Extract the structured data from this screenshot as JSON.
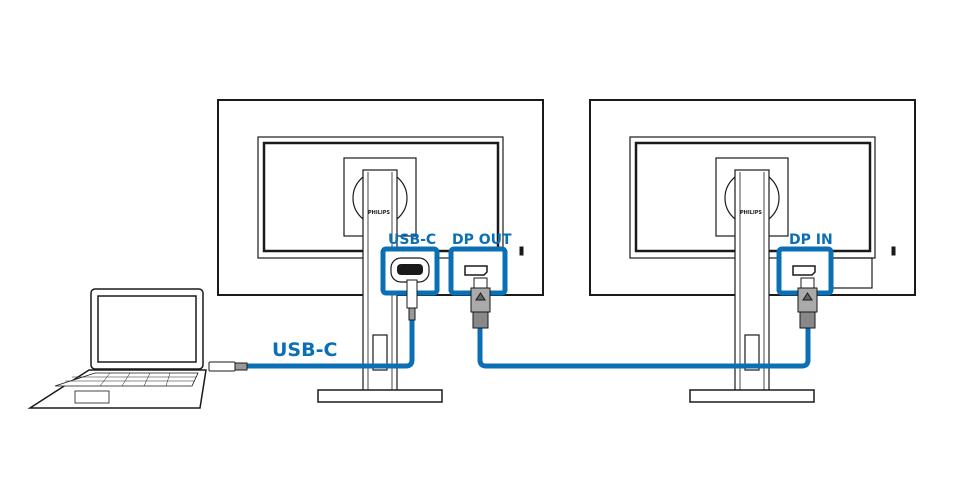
{
  "labels": {
    "left_port_usbc": "USB-C",
    "left_port_dpout": "DP OUT",
    "right_port_dpin": "DP IN",
    "cable_usbc": "USB-C"
  },
  "logo_text": "PHILIPS",
  "colors": {
    "accent": "#0a6fb5",
    "line": "#1a1a1a"
  }
}
